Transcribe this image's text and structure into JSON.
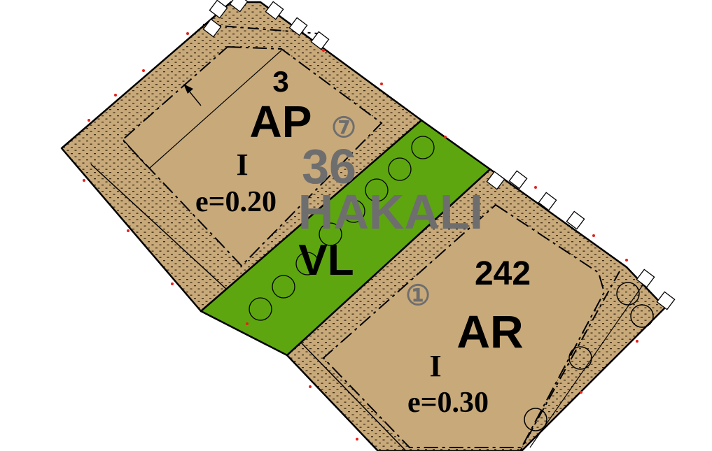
{
  "colors": {
    "parcel_fill": "#c8a97a",
    "green_area": "#5da60f",
    "outline": "#000000",
    "overlay_text": "#6e6e6e",
    "edge_marks": "#e8201c",
    "dot_pattern": "#3b2a14"
  },
  "parcels": {
    "north": {
      "block_number": "3",
      "zone_code": "AP",
      "floors": "I",
      "coefficient": "e=0.20",
      "circled_number": "⑦"
    },
    "south": {
      "block_number": "242",
      "zone_code": "AR",
      "floors": "I",
      "coefficient": "e=0.30",
      "circled_number": "①"
    },
    "green_strip": {
      "zone_code": "VL"
    }
  },
  "overlay": {
    "number": "36",
    "name": "HAKALI"
  },
  "icons": {
    "arrow": "arrow-icon",
    "tree": "tree-circle-icon"
  }
}
